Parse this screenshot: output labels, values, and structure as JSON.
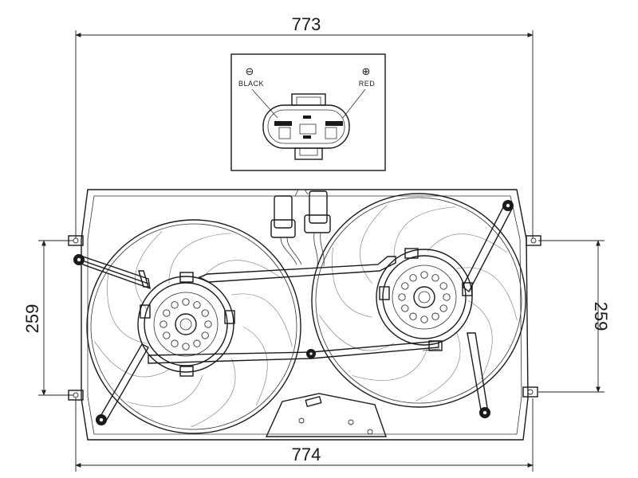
{
  "dimensions": {
    "top_width": "773",
    "bottom_width": "774",
    "left_height": "259",
    "right_height": "259"
  },
  "connector": {
    "negative_symbol": "⊖",
    "positive_symbol": "⊕",
    "negative_label": "BLACK",
    "positive_label": "RED"
  },
  "fans": {
    "count": 2,
    "blades_per_fan": 9,
    "hub_holes": 12
  }
}
